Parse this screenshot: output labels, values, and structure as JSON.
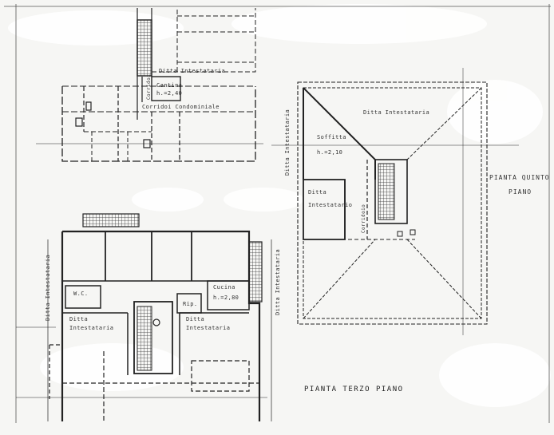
{
  "plan_top": {
    "ditta_label": "Ditta Intestataria",
    "cantina_label": "Cantina",
    "cantina_height": "h.=2,40",
    "corridor_label": "Corridoi Condominiale",
    "small_corridor": "Corridoi"
  },
  "plan_attic": {
    "ditta_label": "Ditta Intestataria",
    "ditta_side": "Ditta Intestataria",
    "soffitta_label": "Soffitta",
    "soffitta_height": "h.=2,10",
    "ditta_small_1": "Ditta",
    "ditta_small_2": "Intestatario",
    "corridoio": "Corridoio",
    "title_line1": "PIANTA QUINTO",
    "title_line2": "PIANO"
  },
  "plan_third": {
    "ditta_left": "Ditta Intestataria",
    "ditta_right": "Ditta Intestataria",
    "wc_label": "W.C.",
    "ditta_a_1": "Ditta",
    "ditta_a_2": "Intestataria",
    "ditta_b_1": "Ditta",
    "ditta_b_2": "Intestataria",
    "rip_label": "Rip.",
    "cucina_label": "Cucina",
    "cucina_height": "h.=2,80",
    "title": "PIANTA   TERZO   PIANO"
  }
}
